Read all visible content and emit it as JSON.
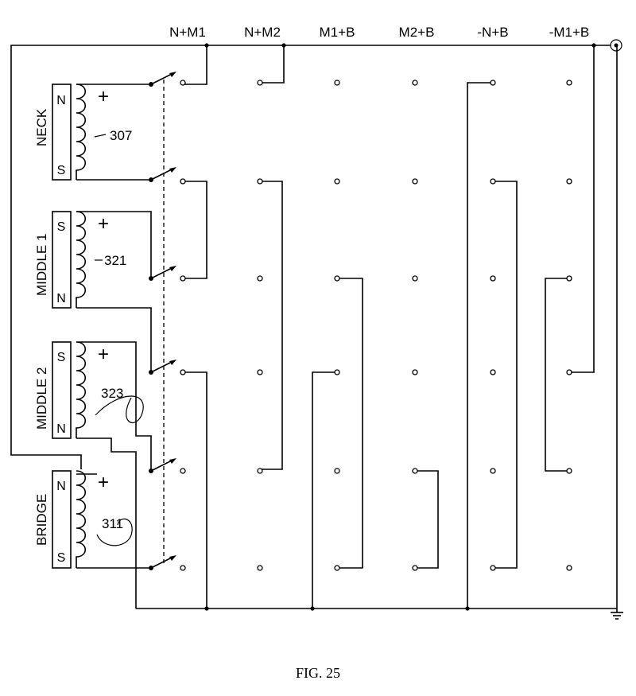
{
  "columns": [
    "N+M1",
    "N+M2",
    "M1+B",
    "M2+B",
    "-N+B",
    "-M1+B"
  ],
  "pickups": [
    {
      "name": "NECK",
      "top_pole": "N",
      "bottom_pole": "S",
      "polarity": "+",
      "ref": "307"
    },
    {
      "name": "MIDDLE 1",
      "top_pole": "S",
      "bottom_pole": "N",
      "polarity": "+",
      "ref": "321"
    },
    {
      "name": "MIDDLE 2",
      "top_pole": "S",
      "bottom_pole": "N",
      "polarity": "+",
      "ref": "323"
    },
    {
      "name": "BRIDGE",
      "top_pole": "N",
      "bottom_pole": "S",
      "polarity": "+",
      "ref": "311"
    }
  ],
  "figure_caption": "FIG. 25",
  "symbols": {
    "output": "output-jack",
    "ground": "ground"
  }
}
